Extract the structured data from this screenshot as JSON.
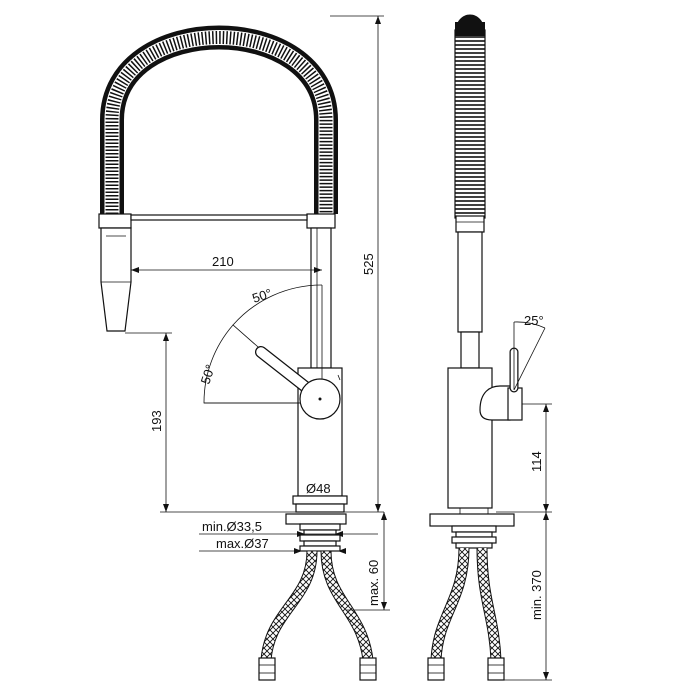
{
  "dimensions": {
    "spout_reach": "210",
    "total_height": "525",
    "spout_outlet_height": "193",
    "lever_front_angle": "50°",
    "lever_back_angle": "50°",
    "lever_side_angle": "25°",
    "handle_height": "114",
    "body_diameter": "Ø48",
    "hole_min": "min.Ø33,5",
    "hole_max": "max.Ø37",
    "deck_max_thickness": "max. 60",
    "hose_min_length": "min. 370"
  }
}
